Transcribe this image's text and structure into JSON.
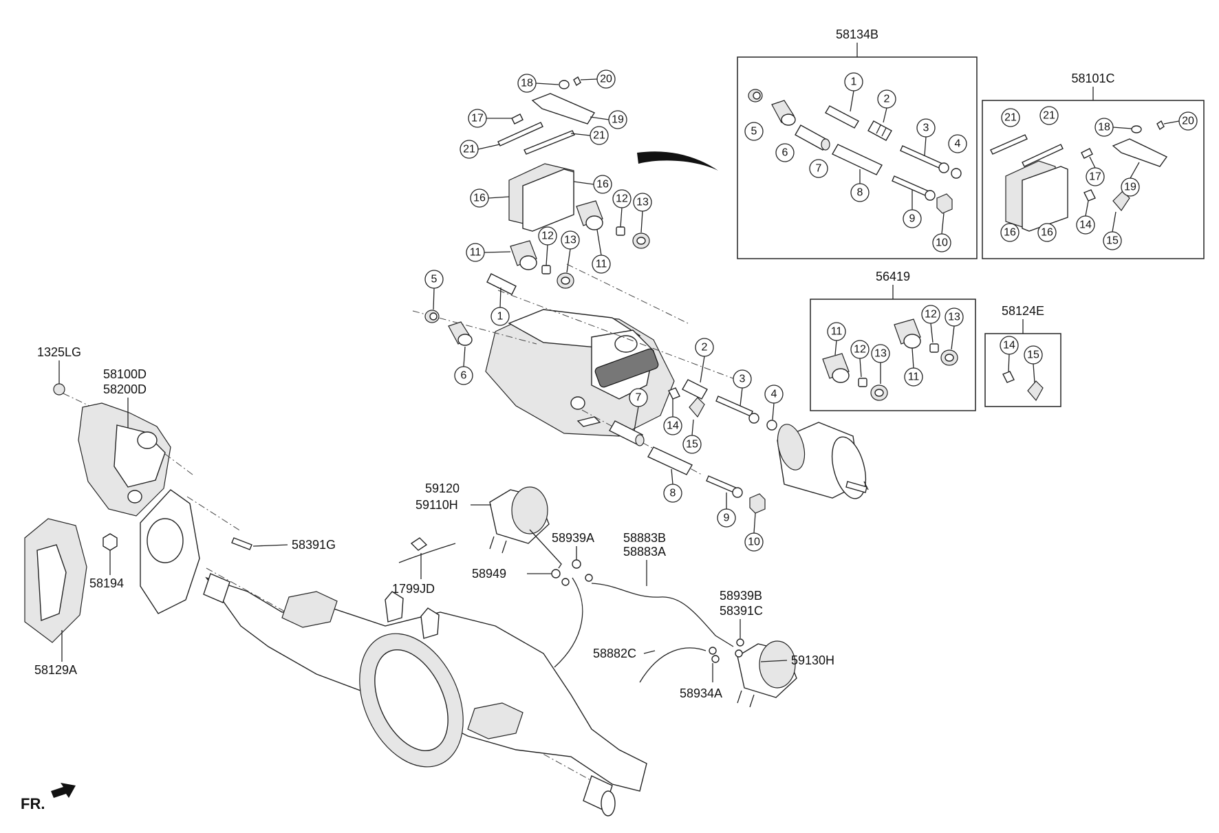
{
  "labels": {
    "l_58134B": "58134B",
    "l_58101C": "58101C",
    "l_56419": "56419",
    "l_58124E": "58124E",
    "l_1325LG": "1325LG",
    "l_58100D": "58100D",
    "l_58200D": "58200D",
    "l_58391G": "58391G",
    "l_58194": "58194",
    "l_58129A": "58129A",
    "l_1799JD": "1799JD",
    "l_59120": "59120",
    "l_59110H": "59110H",
    "l_58939A": "58939A",
    "l_58949": "58949",
    "l_58883B": "58883B",
    "l_58883A": "58883A",
    "l_58939B": "58939B",
    "l_58391C": "58391C",
    "l_59130H": "59130H",
    "l_58882C": "58882C",
    "l_58934A": "58934A",
    "fr": "FR."
  },
  "callouts": {
    "n1": "1",
    "n2": "2",
    "n3": "3",
    "n4": "4",
    "n5": "5",
    "n6": "6",
    "n7": "7",
    "n8": "8",
    "n9": "9",
    "n10": "10",
    "n11": "11",
    "n12": "12",
    "n13": "13",
    "n14": "14",
    "n15": "15",
    "n16": "16",
    "n17": "17",
    "n18": "18",
    "n19": "19",
    "n20": "20",
    "n21": "21"
  }
}
